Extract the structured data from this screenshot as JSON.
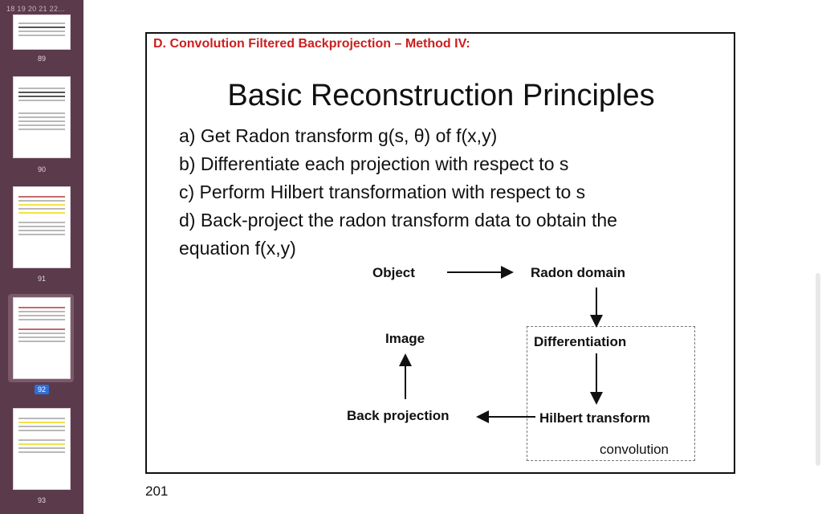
{
  "sidebar": {
    "top_label": "18 19 20 21 22...",
    "pages": [
      {
        "num": "89",
        "active": false
      },
      {
        "num": "90",
        "active": false
      },
      {
        "num": "91",
        "active": false
      },
      {
        "num": "92",
        "active": true
      },
      {
        "num": "93",
        "active": false
      }
    ]
  },
  "slide": {
    "header": "D. Convolution Filtered Backprojection – Method IV:",
    "title": "Basic Reconstruction Principles",
    "bullets": [
      "a) Get Radon transform g(s, θ) of f(x,y)",
      "b) Differentiate each projection with respect to s",
      "c) Perform Hilbert transformation with respect to s",
      "d) Back-project the radon transform data to obtain the",
      "equation f(x,y)"
    ],
    "diagram": {
      "object": "Object",
      "radon_domain": "Radon domain",
      "image": "Image",
      "differentiation": "Differentiation",
      "back_projection": "Back projection",
      "hilbert_transform": "Hilbert transform",
      "convolution": "convolution"
    }
  },
  "page_number": "201"
}
